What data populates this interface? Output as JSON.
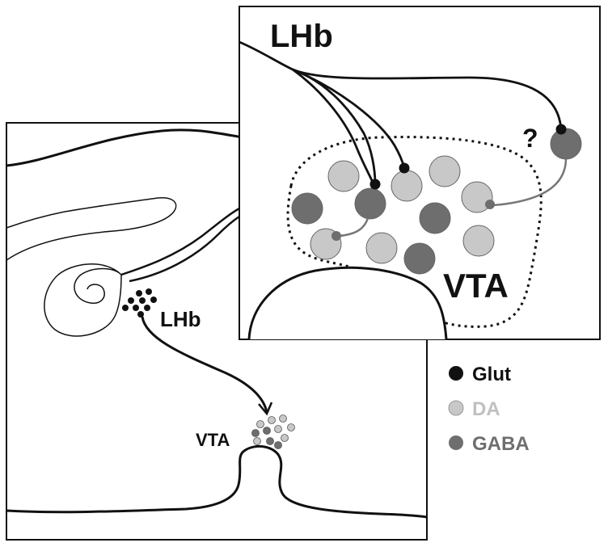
{
  "labels": {
    "inset_lhb": "LHb",
    "inset_vta": "VTA",
    "question": "?",
    "sagittal_lhb": "LHb",
    "sagittal_vta": "VTA"
  },
  "legend": [
    {
      "label": "Glut",
      "color": "#111111",
      "text_color": "#111111"
    },
    {
      "label": "DA",
      "color": "#c8c8c8",
      "text_color": "#c0c0c0"
    },
    {
      "label": "GABA",
      "color": "#6e6e6e",
      "text_color": "#6e6e6e"
    }
  ],
  "colors": {
    "glut": "#111111",
    "da": "#c8c8c8",
    "gaba": "#6e6e6e",
    "line": "#111111"
  }
}
